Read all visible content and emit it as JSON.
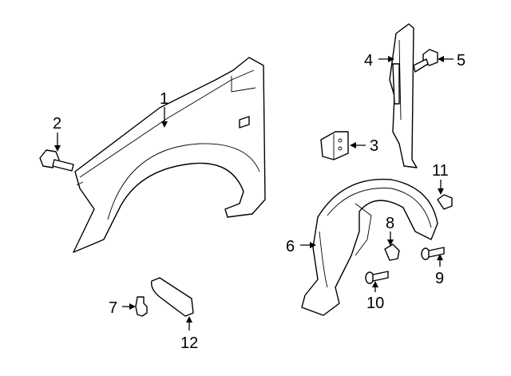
{
  "diagram": {
    "type": "parts-diagram",
    "callouts": [
      {
        "number": "1",
        "part": "fender"
      },
      {
        "number": "2",
        "part": "bolt"
      },
      {
        "number": "3",
        "part": "bracket"
      },
      {
        "number": "4",
        "part": "fender-support-bracket"
      },
      {
        "number": "5",
        "part": "bolt"
      },
      {
        "number": "6",
        "part": "fender-liner"
      },
      {
        "number": "7",
        "part": "stud"
      },
      {
        "number": "8",
        "part": "nut"
      },
      {
        "number": "9",
        "part": "clip"
      },
      {
        "number": "10",
        "part": "clip"
      },
      {
        "number": "11",
        "part": "nut"
      },
      {
        "number": "12",
        "part": "molding"
      }
    ]
  }
}
